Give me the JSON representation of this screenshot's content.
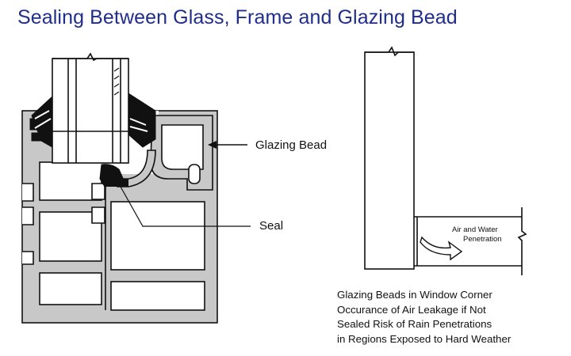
{
  "title": "Sealing Between Glass, Frame and Glazing Bead",
  "labels": {
    "glazing_bead": "Glazing Bead",
    "seal": "Seal",
    "air_water_1": "Air and Water",
    "air_water_2": "Penetration"
  },
  "caption": [
    "Glazing Beads in Window Corner",
    "Occurance of Air Leakage if Not",
    "Sealed Risk of Rain Penetrations",
    "in Regions Exposed to Hard Weather"
  ],
  "colors": {
    "title": "#1f2e8a",
    "profile_fill": "#c8c8c8",
    "gasket": "#111111",
    "line": "#111111"
  }
}
